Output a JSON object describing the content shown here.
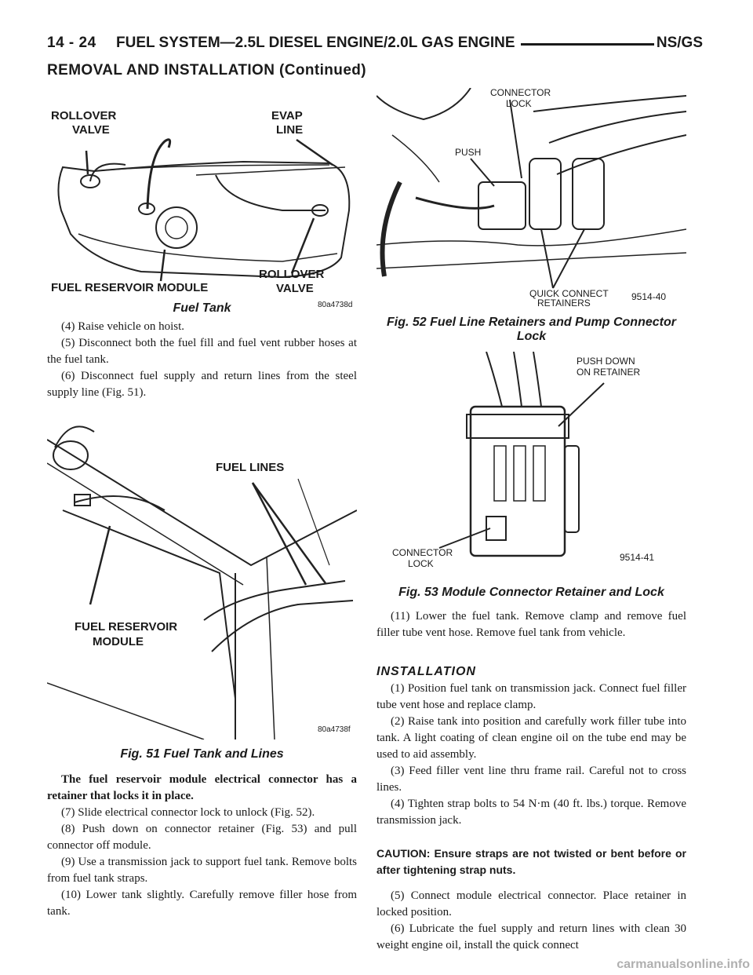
{
  "header": {
    "page_number": "14 - 24",
    "title": "FUEL SYSTEM—2.5L DIESEL ENGINE/2.0L GAS ENGINE",
    "model": "NS/GS"
  },
  "section_continued": "REMOVAL AND INSTALLATION (Continued)",
  "figures": {
    "fuel_tank": {
      "caption": "Fuel Tank",
      "labels": {
        "rollover_valve_left": "ROLLOVER VALVE",
        "evap_line": "EVAP LINE",
        "fuel_reservoir_module": "FUEL RESERVOIR MODULE",
        "rollover_valve_right": "ROLLOVER VALVE"
      },
      "code": "80a4738d"
    },
    "fig51": {
      "caption": "Fig. 51 Fuel Tank and Lines",
      "labels": {
        "fuel_lines": "FUEL LINES",
        "fuel_reservoir_module": "FUEL RESERVOIR MODULE"
      },
      "code": "80a4738f"
    },
    "fig52": {
      "caption": "Fig. 52 Fuel Line Retainers and Pump Connector Lock",
      "labels": {
        "connector_lock": "CONNECTOR LOCK",
        "push": "PUSH",
        "quick_connect_retainers": "QUICK CONNECT RETAINERS"
      },
      "code": "9514-40"
    },
    "fig53": {
      "caption": "Fig. 53 Module Connector Retainer and Lock",
      "labels": {
        "push_down": "PUSH DOWN ON RETAINER",
        "connector_lock": "CONNECTOR LOCK"
      },
      "code": "9514-41"
    }
  },
  "left_column": {
    "steps_a": [
      "(4) Raise vehicle on hoist.",
      "(5) Disconnect both the fuel fill and fuel vent rubber hoses at the fuel tank.",
      "(6) Disconnect fuel supply and return lines from the steel supply line (Fig. 51)."
    ],
    "note": "The fuel reservoir module electrical connector has a retainer that locks it in place.",
    "steps_b": [
      "(7) Slide electrical connector lock to unlock (Fig. 52).",
      "(8) Push down on connector retainer (Fig. 53) and pull connector off module.",
      "(9) Use a transmission jack to support fuel tank. Remove bolts from fuel tank straps.",
      "(10) Lower tank slightly. Carefully remove filler hose from tank."
    ]
  },
  "right_column": {
    "step_11": "(11) Lower the fuel tank. Remove clamp and remove fuel filler tube vent hose. Remove fuel tank from vehicle.",
    "installation_heading": "INSTALLATION",
    "install_steps": [
      "(1) Position fuel tank on transmission jack. Connect fuel filler tube vent hose and replace clamp.",
      "(2) Raise tank into position and carefully work filler tube into tank. A light coating of clean engine oil on the tube end may be used to aid assembly.",
      "(3) Feed filler vent line thru frame rail. Careful not to cross lines.",
      "(4) Tighten strap bolts to 54 N·m (40 ft. lbs.) torque. Remove transmission jack."
    ],
    "caution": "CAUTION: Ensure straps are not twisted or bent before or after tightening strap nuts.",
    "install_steps_b": [
      "(5) Connect module electrical connector. Place retainer in locked position.",
      "(6) Lubricate the fuel supply and return lines with clean 30 weight engine oil, install the quick connect"
    ]
  },
  "watermark": "carmanualsonline.info"
}
